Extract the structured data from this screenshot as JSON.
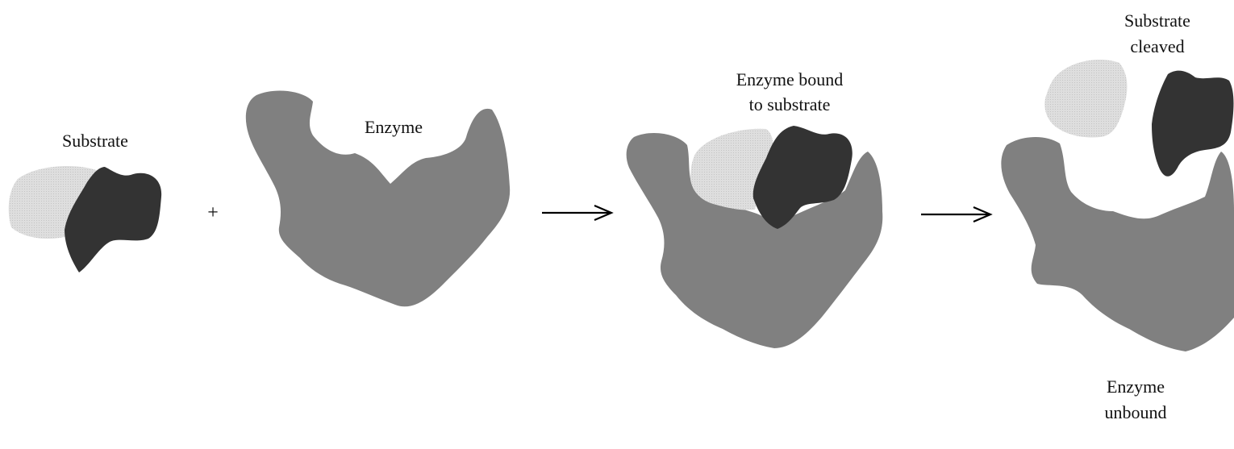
{
  "labels": {
    "substrate": "Substrate",
    "enzyme": "Enzyme",
    "enzyme_bound_line1": "Enzyme bound",
    "enzyme_bound_line2": "to substrate",
    "substrate_cleaved_line1": "Substrate",
    "substrate_cleaved_line2": "cleaved",
    "enzyme_unbound_line1": "Enzyme",
    "enzyme_unbound_line2": "unbound"
  },
  "operators": {
    "plus": "+"
  },
  "colors": {
    "enzyme": "#808080",
    "substrate_dark": "#333333",
    "substrate_light": "#dcdcdc",
    "arrow": "#000000",
    "text": "#111111",
    "background": "#ffffff"
  }
}
